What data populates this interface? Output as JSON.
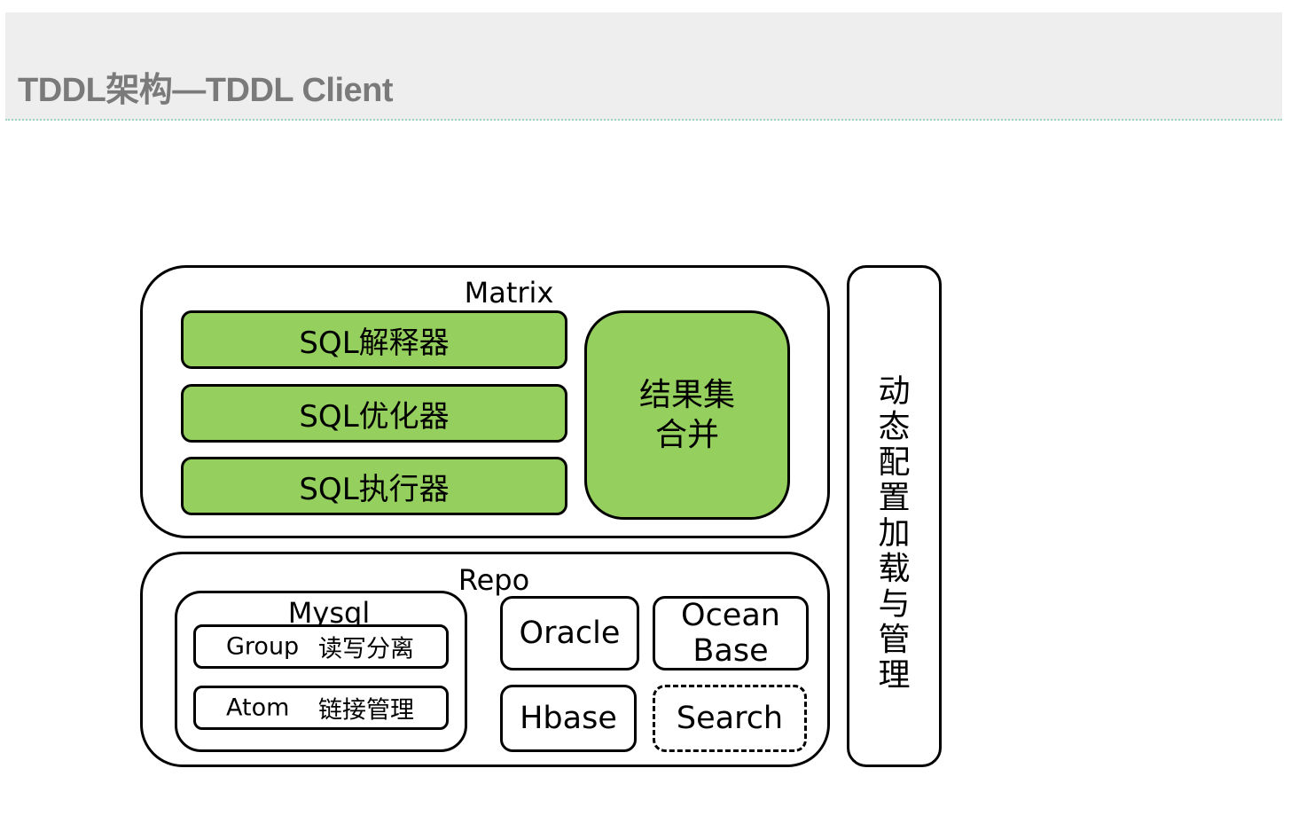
{
  "header": {
    "title": "TDDL架构—TDDL Client"
  },
  "matrix": {
    "label": "Matrix",
    "stages": [
      "SQL解释器",
      "SQL优化器",
      "SQL执行器"
    ],
    "merge_line1": "结果集",
    "merge_line2": "合并"
  },
  "repo": {
    "label": "Repo",
    "mysql": {
      "label": "Mysql",
      "group_key": "Group",
      "group_value": "读写分离",
      "atom_key": "Atom",
      "atom_value": "链接管理"
    },
    "oracle": "Oracle",
    "ocean_line1": "Ocean",
    "ocean_line2": "Base",
    "hbase": "Hbase",
    "search": "Search"
  },
  "config": {
    "chars": [
      "动",
      "态",
      "配",
      "置",
      "加",
      "载",
      "与",
      "管",
      "理"
    ]
  },
  "colors": {
    "green_fill": "#95cf5d",
    "title_gray": "#7a7a7a",
    "header_band": "#eeeeee"
  }
}
